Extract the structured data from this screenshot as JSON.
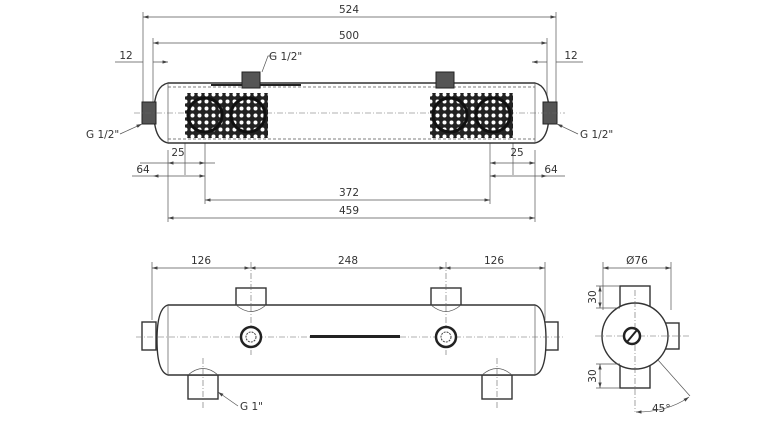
{
  "top_view": {
    "dims": {
      "overall": "524",
      "body": "500",
      "left_stub": "12",
      "right_stub": "12",
      "left_offset_25": "25",
      "right_offset_25": "25",
      "left_offset_64": "64",
      "right_offset_64": "64",
      "port_spacing": "372",
      "inner_length": "459"
    },
    "labels": {
      "top_port": "G 1/2\"",
      "left_port": "G 1/2\"",
      "right_port": "G 1/2\""
    }
  },
  "front_view": {
    "dims": {
      "left": "126",
      "middle": "248",
      "right": "126"
    },
    "labels": {
      "bottom_port": "G 1\""
    }
  },
  "side_view": {
    "dims": {
      "diameter": "Ø76",
      "top_height": "30",
      "bottom_height": "30",
      "angle": "45°"
    }
  }
}
